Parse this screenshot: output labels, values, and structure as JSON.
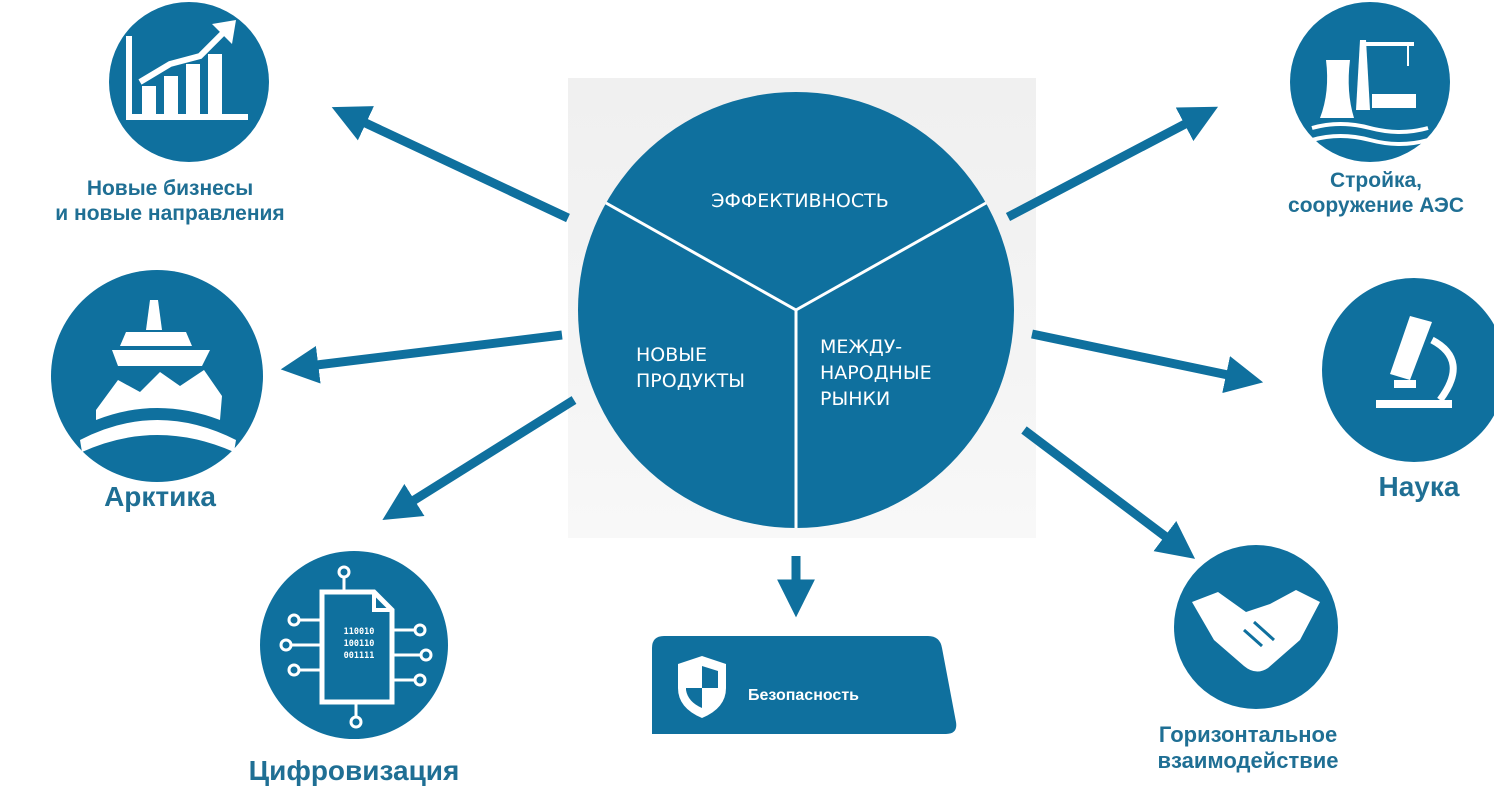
{
  "wheel": {
    "top": "ЭФФЕКТИВНОСТЬ",
    "left_line1": "НОВЫЕ",
    "left_line2": "ПРОДУКТЫ",
    "right_line1": "МЕЖДУ-",
    "right_line2": "НАРОДНЫЕ",
    "right_line3": "РЫНКИ"
  },
  "nodes": {
    "business": {
      "line1": "Новые бизнесы",
      "line2": "и новые направления",
      "icon": "growth-chart-icon"
    },
    "arctic": {
      "line1": "Арктика",
      "icon": "icebreaker-icon"
    },
    "digital": {
      "line1": "Цифровизация",
      "icon": "binary-document-icon",
      "bits1": "110010",
      "bits2": "100110",
      "bits3": "001111"
    },
    "security": {
      "line1": "Безопасность",
      "icon": "shield-icon"
    },
    "construction": {
      "line1": "Стройка,",
      "line2": "сооружение АЭС",
      "icon": "power-plant-crane-icon"
    },
    "science": {
      "line1": "Наука",
      "icon": "microscope-icon"
    },
    "cooperation": {
      "line1": "Горизонтальное",
      "line2": "взаимодействие",
      "icon": "handshake-icon"
    }
  },
  "colors": {
    "brand": "#0f709e",
    "label": "#1f6f94",
    "background": "#ffffff"
  }
}
